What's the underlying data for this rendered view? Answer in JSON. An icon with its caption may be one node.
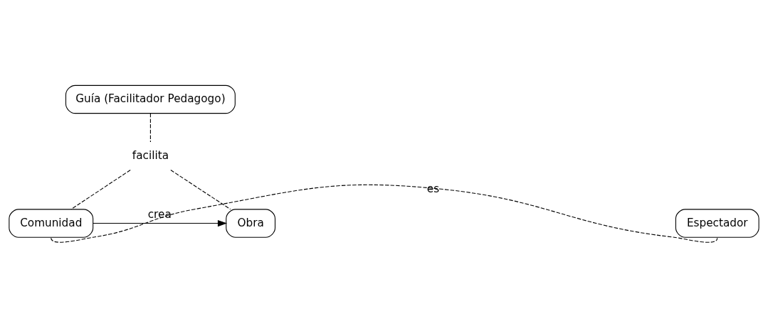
{
  "diagram": {
    "nodes": [
      {
        "text": [
          "Guía (Facilitador Pedagogo)"
        ]
      },
      {
        "text": [
          "facilita"
        ]
      },
      {
        "text": [
          "Comunidad"
        ]
      },
      {
        "text": [
          "Obra"
        ]
      },
      {
        "text": [
          "Espectador"
        ]
      }
    ],
    "edges": [
      {
        "from": 0,
        "to": 1,
        "arrow": "none",
        "style": "dashed"
      },
      {
        "from": 1,
        "to": 2,
        "arrow": "none",
        "style": "dashed"
      },
      {
        "from": 1,
        "to": 3,
        "arrow": "none",
        "style": "dashed"
      },
      {
        "from": 2,
        "to": 3,
        "arrow": "to",
        "label": "crea"
      },
      {
        "from": 2,
        "to": 4,
        "arrow": "none",
        "style": "dashed",
        "label": "es"
      }
    ]
  }
}
